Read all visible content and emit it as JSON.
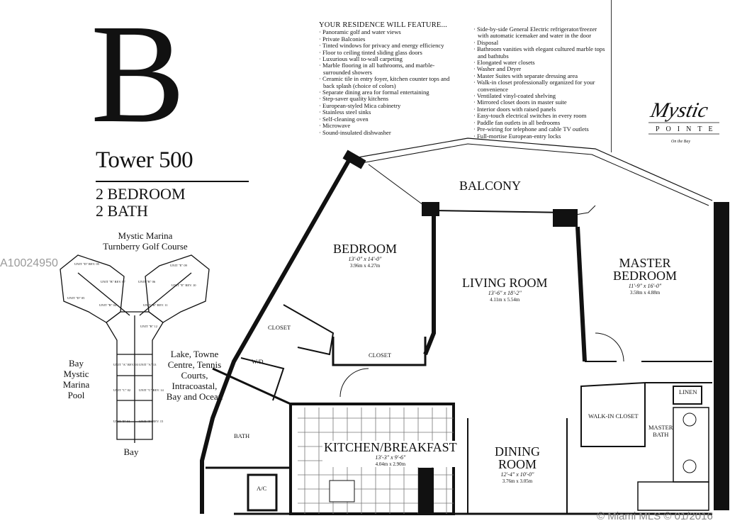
{
  "header": {
    "plan_letter": "B",
    "tower": "Tower 500",
    "bedrooms": "2 BEDROOM",
    "baths": "2 BATH"
  },
  "features": {
    "title": "YOUR RESIDENCE WILL FEATURE...",
    "left": [
      "Panoramic golf and water views",
      "Private Balconies",
      "Tinted windows for privacy and energy efficiency",
      "Floor to ceiling tinted sliding glass doors",
      "Luxurious wall to-wall carpeting",
      "Marble flooring in all bathrooms, and marble-surrounded showers",
      "Ceramic tile in entry foyer, kitchen counter tops and back splash (choice of colors)",
      "Separate dining area for formal entertaining",
      "Step-saver quality kitchens",
      "European-styled Mica cabinetry",
      "Stainless steel sinks",
      "Self-cleaning oven",
      "Microwave",
      "Sound-insulated dishwasher"
    ],
    "right": [
      "Side-by-side General Electric refrigerator/freezer with automatic icemaker and water in the door",
      "Disposal",
      "Bathroom vanities with elegant cultured marble tops and bathtubs",
      "Elongated water closets",
      "Washer and Dryer",
      "Master Suites with separate dressing area",
      "Walk-in closet professionally organized for your convenience",
      "Ventilated vinyl-coated shelving",
      "Mirrored closet doors in master suite",
      "Interior doors with raised panels",
      "Easy-touch electrical switches in every room",
      "Paddle fan outlets in all bedrooms",
      "Pre-wiring for telephone and cable TV outlets",
      "Full-mortise European-entry locks"
    ]
  },
  "logo": {
    "name": "Mystic",
    "sub": "POINTE",
    "tag": "On the Bay"
  },
  "site_plan": {
    "top": "Mystic Marina Turnberry Golf Course",
    "left": "Bay Mystic Marina Pool",
    "right": "Lake, Towne Centre, Tennis Courts, Intracoastal, Bay and Ocean",
    "bottom": "Bay",
    "units": [
      "UNIT \"D\" REV. 05",
      "UNIT \"D\" 05",
      "UNIT \"B\" REV. 07",
      "UNIT \"B\" 06",
      "UNIT \"E\" 09",
      "UNIT \"E\" REV. 10",
      "UNIT \"B\" 04",
      "UNIT \"B\" REV. 11",
      "UNIT \"B\" 12",
      "UNIT \"A\" REV. 03",
      "UNIT \"A\" 13",
      "UNIT \"C\" 02",
      "UNIT \"C\" REV. 14",
      "UNIT \"F\" 01",
      "UNIT \"F\" REV. 15"
    ]
  },
  "rooms": {
    "balcony": {
      "name": "BALCONY"
    },
    "bedroom": {
      "name": "BEDROOM",
      "dim": "13'-0\" x 14'-0\"",
      "metric": "3.96m x 4.27m"
    },
    "living": {
      "name": "LIVING ROOM",
      "dim": "13'-6\" x 18'-2\"",
      "metric": "4.11m x 5.54m"
    },
    "master": {
      "name1": "MASTER",
      "name2": "BEDROOM",
      "dim": "11'-9\" x 16'-0\"",
      "metric": "3.58m x 4.88m"
    },
    "kitchen": {
      "name": "KITCHEN/BREAKFAST",
      "dim": "13'-3\" x 9'-6\"",
      "metric": "4.04m x 2.90m"
    },
    "dining": {
      "name1": "DINING",
      "name2": "ROOM",
      "dim": "12'-4\" x 10'-0\"",
      "metric": "3.76m x 3.05m"
    },
    "closet1": "CLOSET",
    "closet2": "CLOSET",
    "wd": "W/D",
    "bath": "BATH",
    "ac": "A/C",
    "walkin": "WALK-IN CLOSET",
    "master_bath1": "MASTER",
    "master_bath2": "BATH",
    "linen": "LINEN"
  },
  "watermark": {
    "id": "A10024950",
    "copyright": "© Miami MLS © 01/2016"
  }
}
